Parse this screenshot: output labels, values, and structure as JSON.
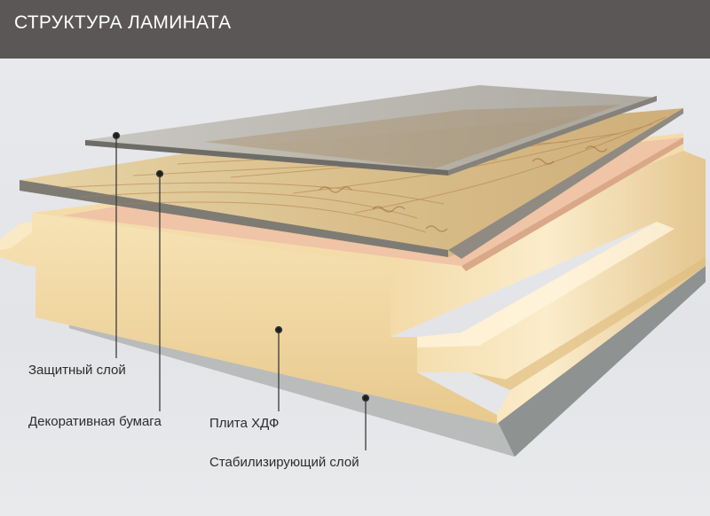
{
  "header": {
    "title": "СТРУКТУРА ЛАМИНАТА"
  },
  "labels": {
    "protective_layer": "Защитный слой",
    "decor_paper": "Декоративная бумага",
    "hdf_board": "Плита ХДФ",
    "stabilizing_layer": "Стабилизирующий слой"
  },
  "colors": {
    "header_bg": "#5b5757",
    "background": "#e6e7ea",
    "hdf_core": "#f2d9a6",
    "pink_layer": "#f0c5a8",
    "decor_wood": "#dcc596",
    "overlay": "#b9b7ae",
    "stabilizing": "#a7aaa9"
  }
}
